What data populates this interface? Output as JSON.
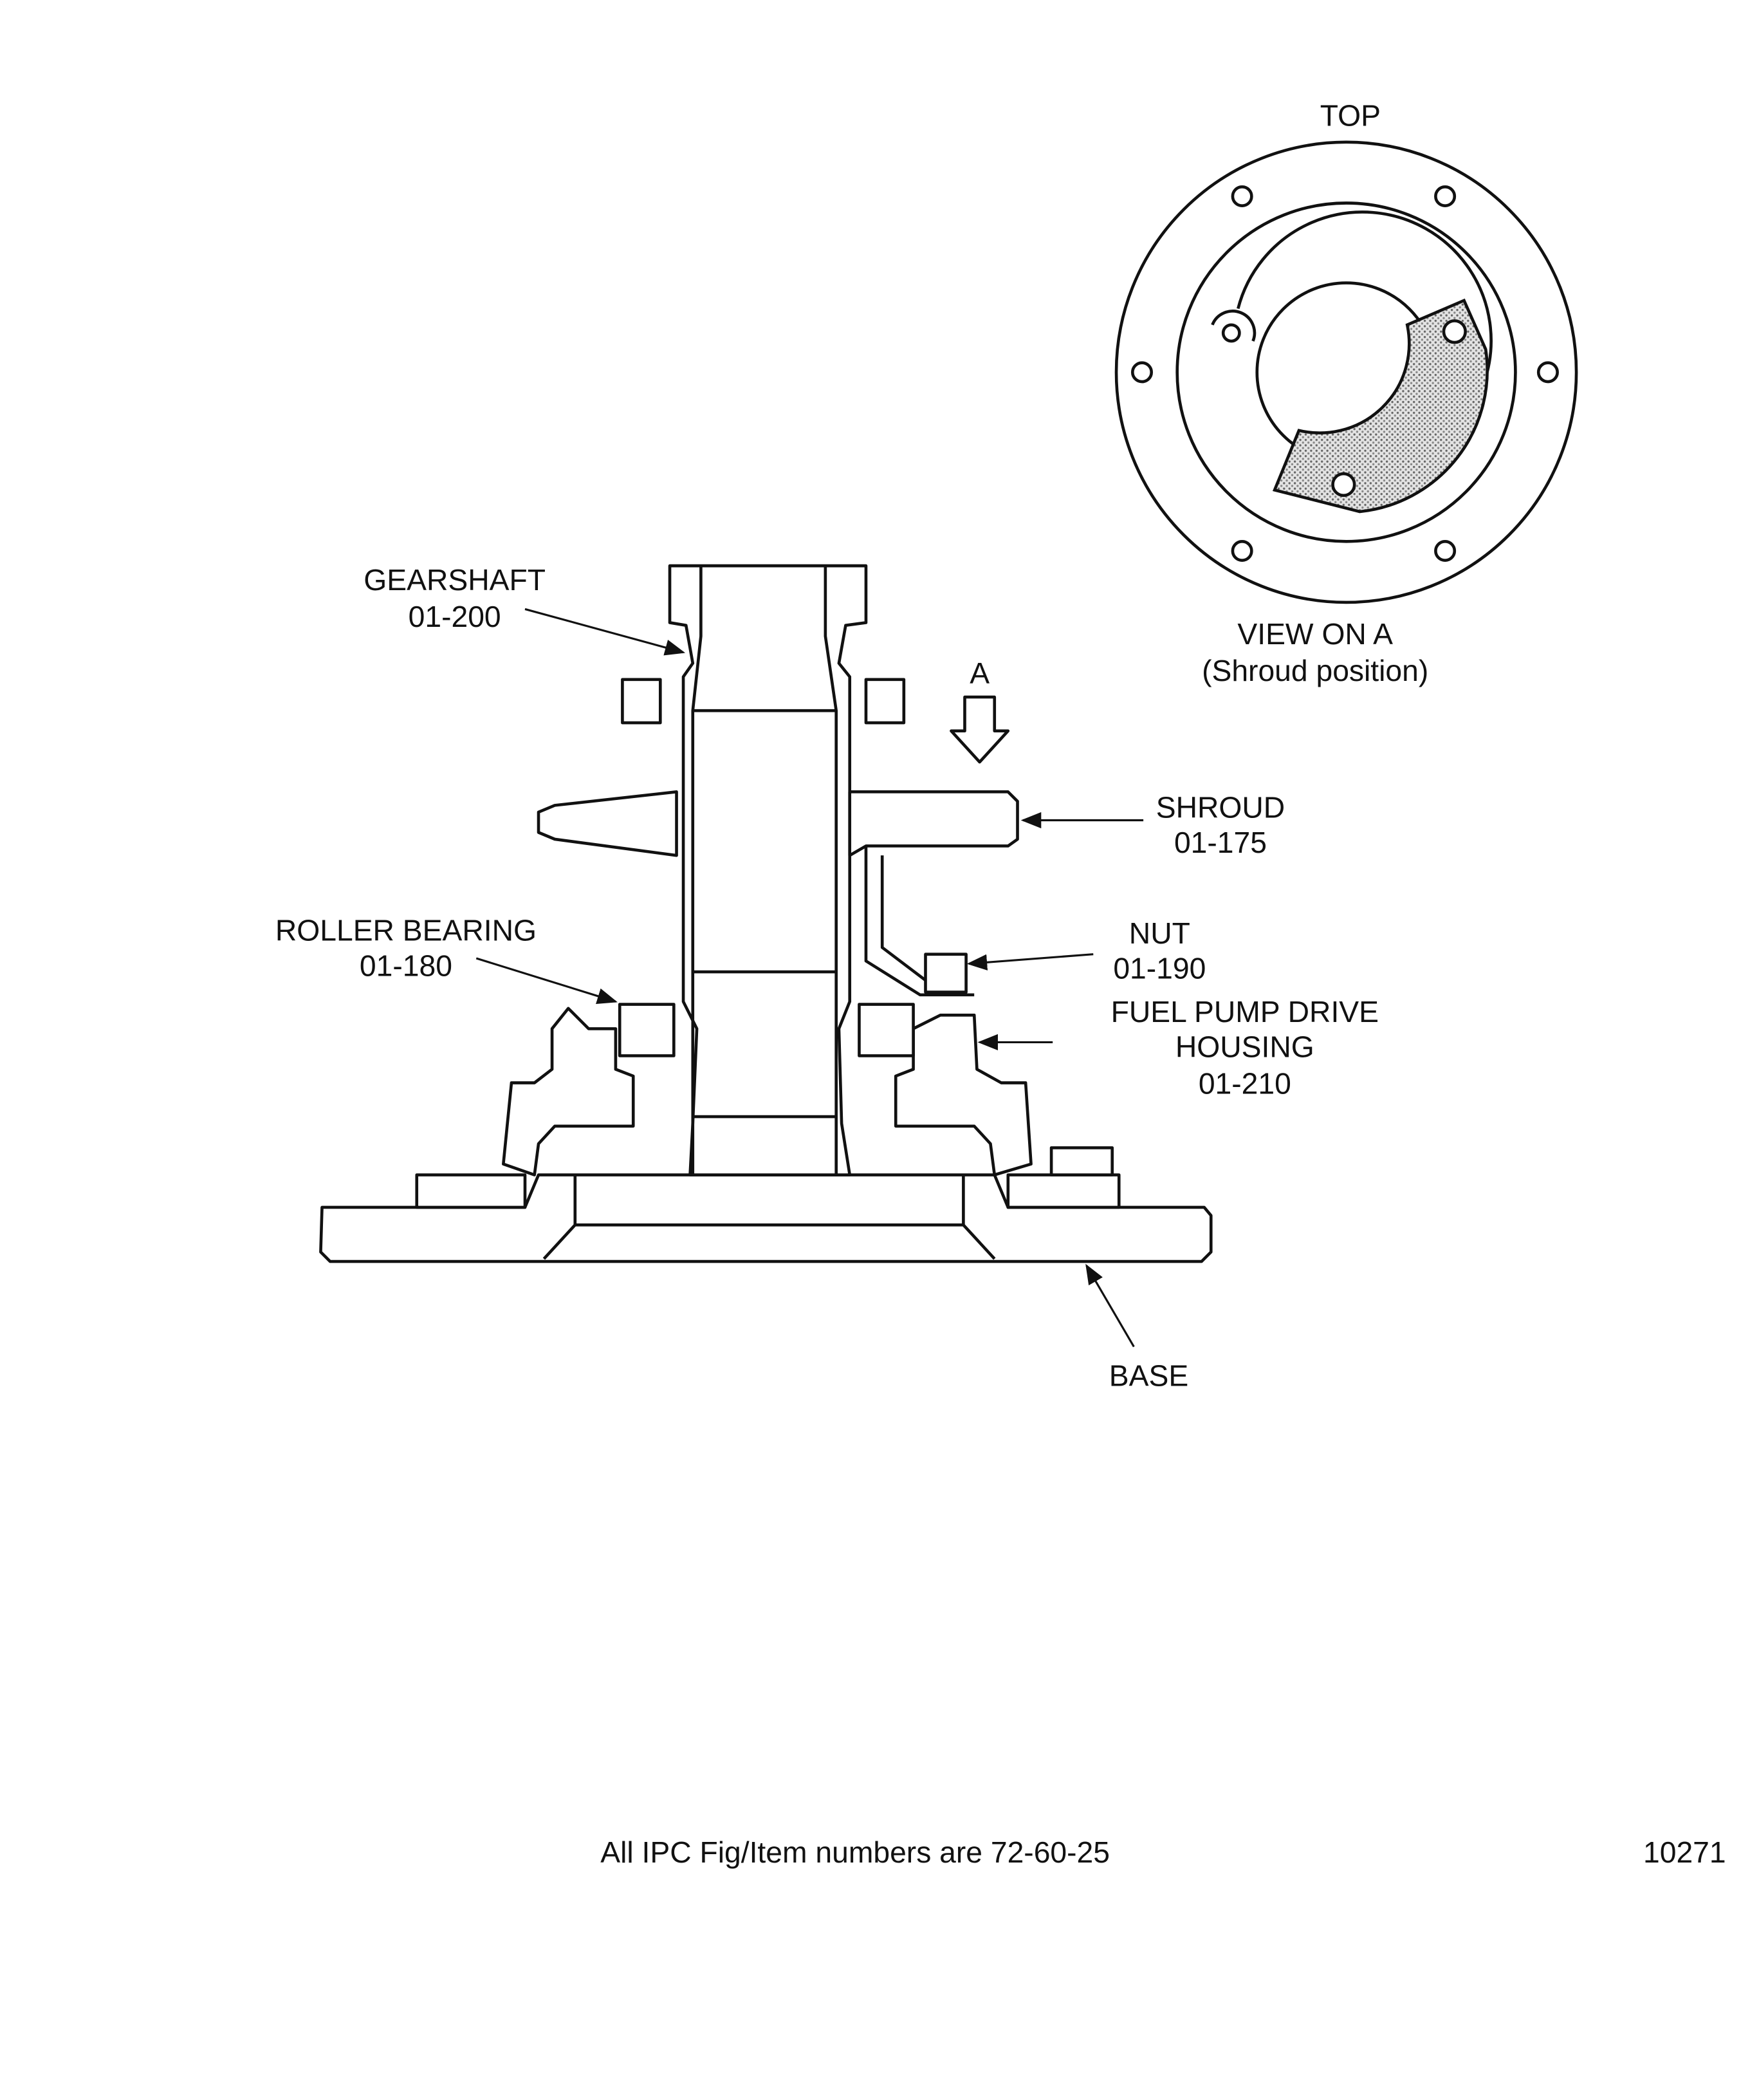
{
  "view_on_a": {
    "top_label": "TOP",
    "title": "VIEW ON A",
    "subtitle": "(Shroud position)"
  },
  "section": {
    "arrow_label": "A",
    "callouts": {
      "gearshaft": {
        "name": "GEARSHAFT",
        "item": "01-200"
      },
      "shroud": {
        "name": "SHROUD",
        "item": "01-175"
      },
      "roller_bearing": {
        "name": "ROLLER BEARING",
        "item": "01-180"
      },
      "nut": {
        "name": "NUT",
        "item": "01-190"
      },
      "fuel_pump_drive_housing": {
        "name_line1": "FUEL PUMP DRIVE",
        "name_line2": "HOUSING",
        "item": "01-210"
      },
      "base": {
        "name": "BASE"
      }
    }
  },
  "footer": {
    "note": "All IPC Fig/Item numbers are 72-60-25",
    "figure_number": "10271"
  }
}
